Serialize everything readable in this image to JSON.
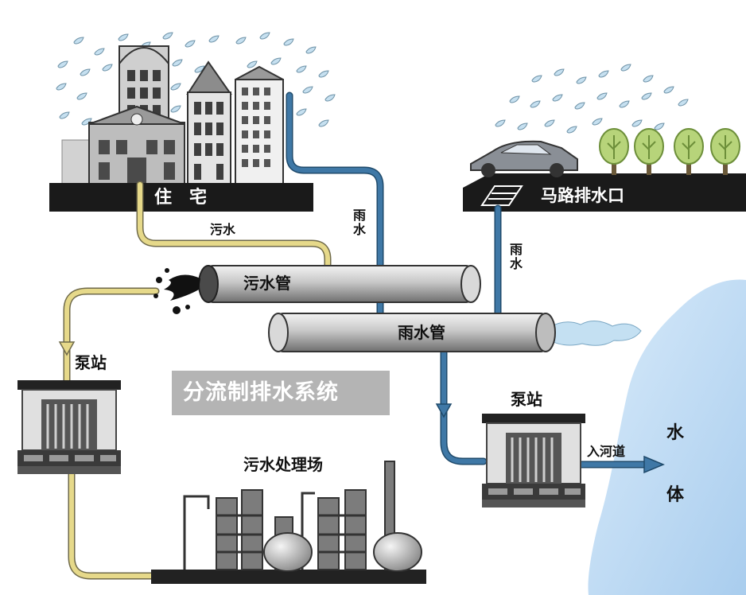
{
  "title": "分流制排水系统",
  "labels": {
    "residence": "住　宅",
    "sewage_flow": "污水",
    "rain_flow_left": "雨水",
    "rain_flow_right": "雨水",
    "road_drain": "马路排水口",
    "sewage_pipe": "污水管",
    "rain_pipe": "雨水管",
    "pump_left": "泵站",
    "pump_right": "泵站",
    "treatment_plant": "污水处理场",
    "into_river": "入河道",
    "water_body_1": "水",
    "water_body_2": "体"
  },
  "colors": {
    "sewage_line": "#e6d98a",
    "rain_line": "#3f78a6",
    "ground": "#1a1a1a",
    "title_box": "#b4b4b4",
    "water": "#bcd9f2",
    "pipe": "#c9c9c9"
  }
}
